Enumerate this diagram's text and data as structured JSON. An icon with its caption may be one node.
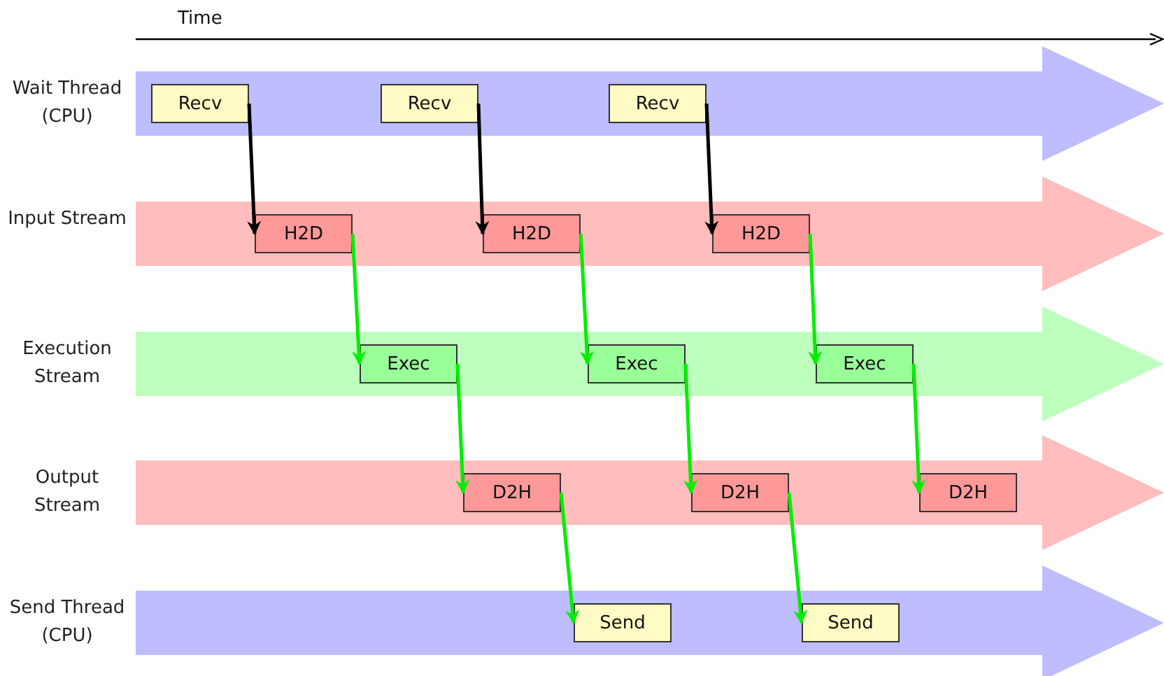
{
  "diagram": {
    "nodes": [
      {
        "text": [
          "Wait Thread (CPU)"
        ]
      },
      {
        "text": [
          "Recv"
        ],
        "in": 0
      },
      {
        "text": [
          "Recv"
        ],
        "in": 0
      },
      {
        "text": [
          "Recv"
        ],
        "in": 0
      },
      {
        "text": [
          "Input Stream"
        ]
      },
      {
        "text": [
          "H2D"
        ],
        "in": 4
      },
      {
        "text": [
          "H2D"
        ],
        "in": 4
      },
      {
        "text": [
          "H2D"
        ],
        "in": 4
      },
      {
        "text": [
          "Execution Stream"
        ]
      },
      {
        "text": [
          "Exec"
        ],
        "in": 8
      },
      {
        "text": [
          "Exec"
        ],
        "in": 8
      },
      {
        "text": [
          "Exec"
        ],
        "in": 8
      },
      {
        "text": [
          "Output Stream"
        ]
      },
      {
        "text": [
          "D2H"
        ],
        "in": 12
      },
      {
        "text": [
          "D2H"
        ],
        "in": 12
      },
      {
        "text": [
          "D2H"
        ],
        "in": 12
      },
      {
        "text": [
          "Send Thread (CPU)"
        ]
      },
      {
        "text": [
          "Send"
        ],
        "in": 16
      },
      {
        "text": [
          "Send"
        ],
        "in": 16
      }
    ],
    "edges": [
      {
        "from": 1,
        "to": 5,
        "arrow": "to",
        "color": "#000000"
      },
      {
        "from": 2,
        "to": 6,
        "arrow": "to",
        "color": "#000000"
      },
      {
        "from": 3,
        "to": 7,
        "arrow": "to",
        "color": "#000000"
      },
      {
        "from": 5,
        "to": 9,
        "arrow": "to"
      },
      {
        "from": 6,
        "to": 10,
        "arrow": "to"
      },
      {
        "from": 7,
        "to": 11,
        "arrow": "to"
      },
      {
        "from": 9,
        "to": 13,
        "arrow": "to"
      },
      {
        "from": 10,
        "to": 14,
        "arrow": "to"
      },
      {
        "from": 11,
        "to": 15,
        "arrow": "to"
      },
      {
        "from": 13,
        "to": 17,
        "arrow": "to"
      },
      {
        "from": 14,
        "to": 18,
        "arrow": "to"
      }
    ],
    "labels": [
      "Time"
    ]
  }
}
